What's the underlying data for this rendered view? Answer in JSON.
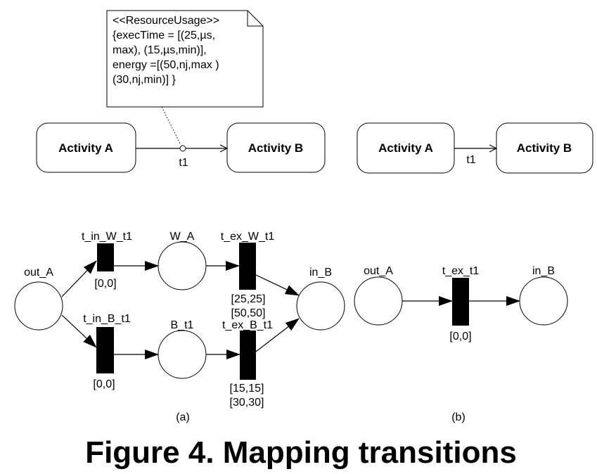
{
  "note": {
    "lines": [
      "<<ResourceUsage>>",
      "{execTime = [(25,µs,",
      "max), (15,µs,min)],",
      "energy =[(50,nj,max )",
      "(30,nj,min)] }"
    ]
  },
  "activity_left": {
    "a": "Activity A",
    "b": "Activity B",
    "transition": "t1"
  },
  "activity_right": {
    "a": "Activity A",
    "b": "Activity B",
    "transition": "t1"
  },
  "petri_a": {
    "places": {
      "out_A": "out_A",
      "W_A": "W_A",
      "B_t1": "B_t1",
      "in_B": "in_B"
    },
    "transitions": {
      "t_in_W_t1": {
        "label": "t_in_W_t1",
        "interval": "[0,0]"
      },
      "t_ex_W_t1": {
        "label": "t_ex_W_t1",
        "interval": "[25,25]",
        "interval2": "[50,50]"
      },
      "t_in_B_t1": {
        "label": "t_in_B_t1",
        "interval": "[0,0]"
      },
      "t_ex_B_t1": {
        "label": "t_ex_B_t1",
        "interval": "[15,15]",
        "interval2": "[30,30]"
      }
    },
    "caption": "(a)"
  },
  "petri_b": {
    "places": {
      "out_A": "out_A",
      "in_B": "in_B"
    },
    "transitions": {
      "t_ex_t1": {
        "label": "t_ex_t1",
        "interval": "[0,0]"
      }
    },
    "caption": "(b)"
  },
  "figure_caption": "Figure 4. Mapping transitions"
}
